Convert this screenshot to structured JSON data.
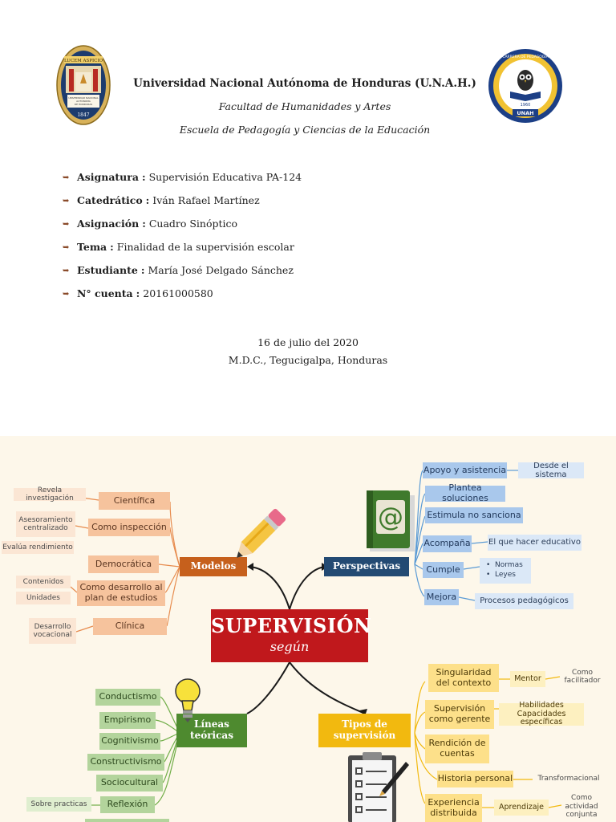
{
  "header": {
    "university": "Universidad Nacional Autónoma de Honduras (U.N.A.H.)",
    "faculty": "Facultad de Humanidades y Artes",
    "school": "Escuela de Pedagogía y Ciencias de la Educación"
  },
  "info": [
    {
      "label": "Asignatura",
      "value": "Supervisión Educativa PA-124"
    },
    {
      "label": "Catedrático",
      "value": "Iván Rafael Martínez"
    },
    {
      "label": "Asignación",
      "value": "Cuadro Sinóptico"
    },
    {
      "label": "Tema",
      "value": "Finalidad de la supervisión escolar"
    },
    {
      "label": "Estudiante",
      "value": "María José Delgado Sánchez"
    },
    {
      "label": "N° cuenta",
      "value": "20161000580"
    }
  ],
  "date": "16 de julio del 2020",
  "place": "M.D.C., Tegucigalpa, Honduras",
  "mindmap": {
    "center_title": "SUPERVISIÓN",
    "center_sub": "según",
    "modelos": {
      "hub": "Modelos",
      "items": [
        "Científica",
        "Como inspección",
        "Democrática",
        "Como desarrollo al plan de estudios",
        "Clínica"
      ],
      "notes": [
        "Revela investigación",
        "Asesoramiento centralizado",
        "Evalúa rendimiento",
        "Contenidos",
        "Unidades",
        "Desarrollo vocacional"
      ]
    },
    "perspectivas": {
      "hub": "Perspectivas",
      "items": [
        "Apoyo y asistencia",
        "Plantea soluciones",
        "Estimula no sanciona",
        "Acompaña",
        "Cumple",
        "Mejora"
      ],
      "notes": [
        "Desde el sistema",
        "El que hacer educativo",
        "Normas",
        "Leyes",
        "Procesos pedagógicos"
      ]
    },
    "lineas": {
      "hub": "Líneas teóricas",
      "items": [
        "Conductismo",
        "Empirismo",
        "Cognitivismo",
        "Constructivismo",
        "Sociocultural",
        "Reflexión"
      ],
      "notes": [
        "Sobre practicas"
      ]
    },
    "tipos": {
      "hub": "Tipos de supervisión",
      "items": [
        "Singularidad del contexto",
        "Supervisión como gerente",
        "Rendición de cuentas",
        "Historia personal",
        "Experiencia distribuida"
      ],
      "notes": [
        "Mentor",
        "Como facilitador",
        "Habilidades",
        "Capacidades específicas",
        "Transformacional",
        "Aprendizaje",
        "Como actividad conjunta"
      ]
    }
  },
  "seal_left_text": "LUCEM ASPICIO",
  "seal_left_ribbon": "UNIVERSIDAD NACIONAL AUTÓNOMA DE HONDURAS",
  "seal_left_year": "1847",
  "seal_right_ring": "CARRERA DE PEDAGOGÍA Y CIENCIAS DE LA EDUCACIÓN",
  "seal_right_year": "1960",
  "seal_right_banner": "UNAH",
  "colors": {
    "modelos": "#c6601c",
    "perspectivas": "#234a73",
    "lineas": "#4e8a2f",
    "tipos": "#f2b90f",
    "center": "#c0181c",
    "map_bg": "#fdf7ea"
  }
}
